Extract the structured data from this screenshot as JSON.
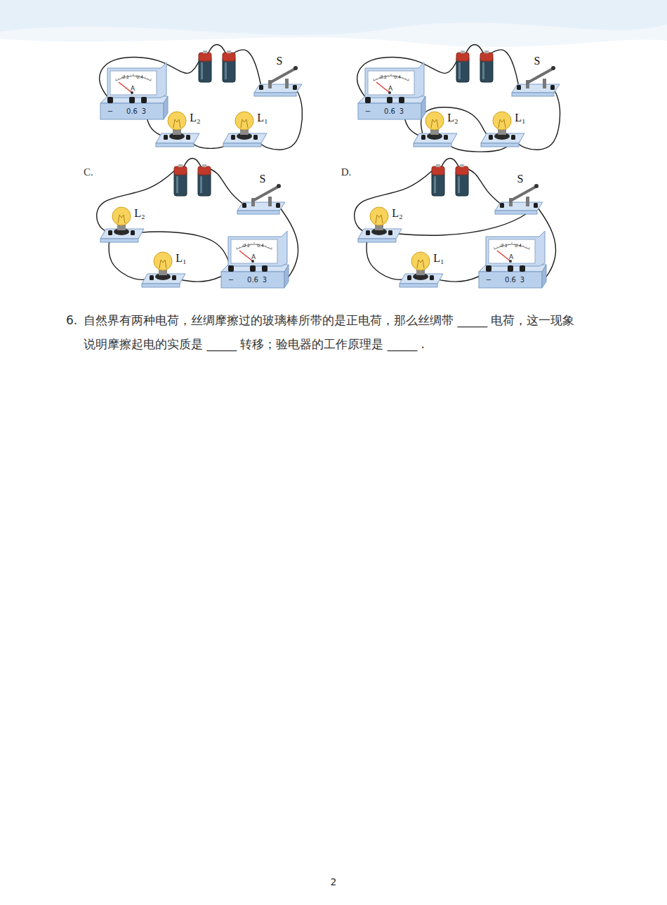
{
  "diagram": {
    "labels": [
      "0.2",
      "0.4",
      "A",
      "−",
      "0.6",
      "3",
      "S",
      "L₂",
      "L₁",
      "0.2",
      "0.4",
      "A",
      "−",
      "0.6",
      "3",
      "S",
      "L₂",
      "L₁",
      "C.",
      "0.2",
      "0.4",
      "A",
      "−",
      "0.6",
      "3",
      "S",
      "L₂",
      "L₁",
      "D.",
      "0.2",
      "0.4",
      "A",
      "−",
      "0.6",
      "3",
      "S",
      "L₂",
      "L₁",
      "6.",
      "自然界有两种电荷，丝绸摩擦过的玻璃棒所带的是正电荷，那么丝绸带 _____ 电荷，这一现象说明摩擦起电的实质是 _____ 转移；验电器的工作原理是 _____ .",
      "2"
    ]
  }
}
